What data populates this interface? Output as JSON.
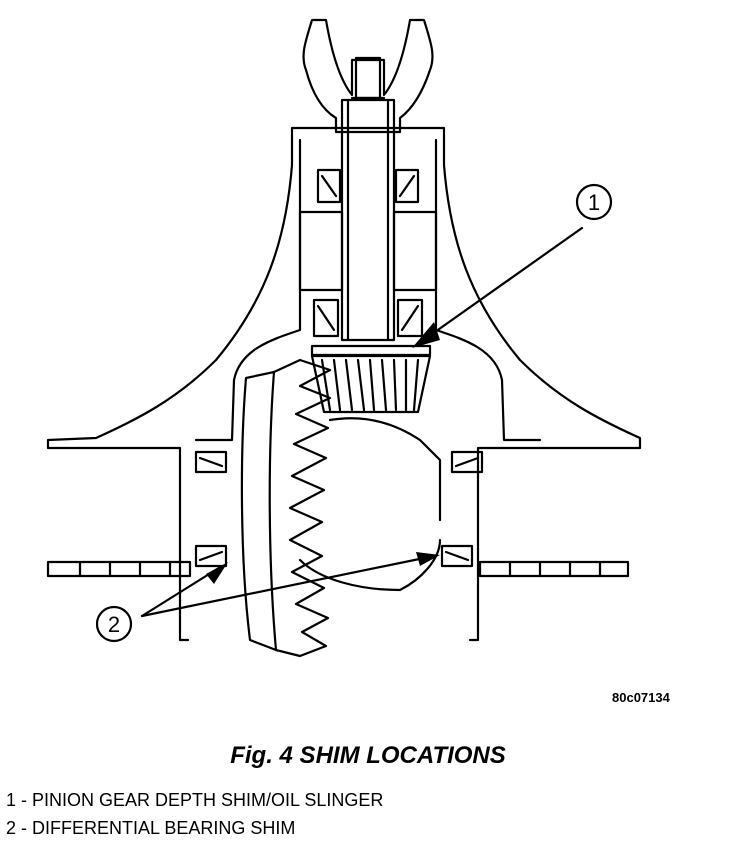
{
  "figure": {
    "id_code": "80c07134",
    "caption": "Fig. 4 SHIM LOCATIONS"
  },
  "callouts": [
    {
      "number": "1"
    },
    {
      "number": "2"
    }
  ],
  "legend": [
    {
      "text": "1 - PINION GEAR DEPTH SHIM/OIL SLINGER"
    },
    {
      "text": "2 - DIFFERENTIAL BEARING SHIM"
    }
  ]
}
